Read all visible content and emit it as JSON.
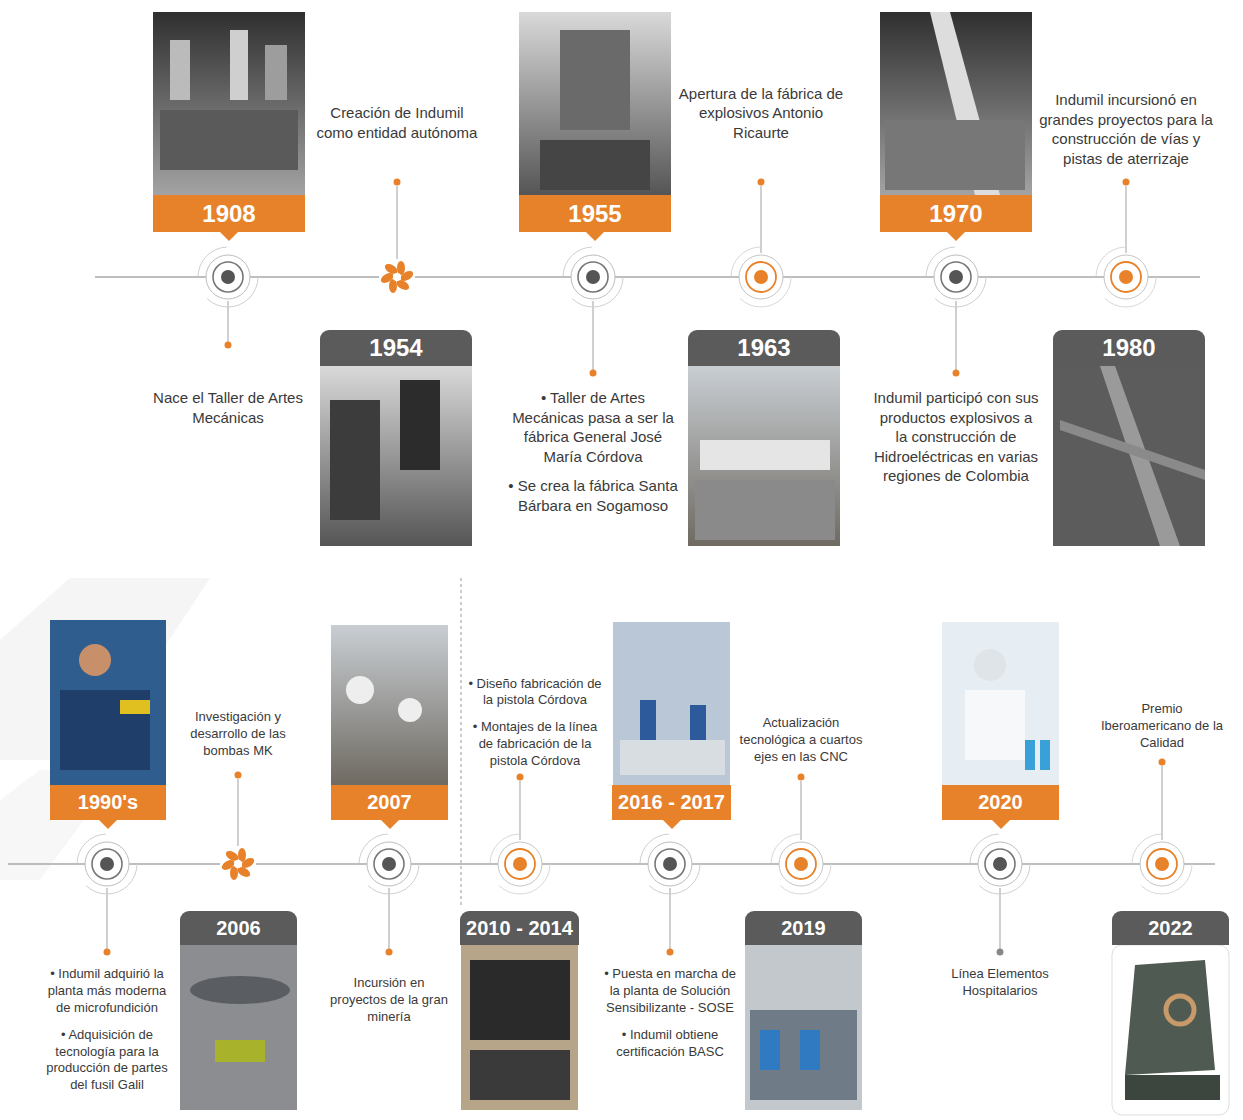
{
  "diagram": {
    "nodes": [
      {
        "text": [
          "1908"
        ]
      },
      {
        "text": [
          "1954"
        ]
      },
      {
        "text": [
          "1955"
        ]
      },
      {
        "text": [
          "1963"
        ]
      },
      {
        "text": [
          "1970"
        ]
      },
      {
        "text": [
          "1980"
        ]
      },
      {
        "text": [
          "1990's"
        ]
      },
      {
        "text": [
          "2006"
        ]
      },
      {
        "text": [
          "2007"
        ]
      },
      {
        "text": [
          "2010 - 2014"
        ]
      },
      {
        "text": [
          "2016 - 2017"
        ]
      },
      {
        "text": [
          "2019"
        ]
      },
      {
        "text": [
          "2020"
        ]
      },
      {
        "text": [
          "2022"
        ]
      }
    ],
    "labels": [
      "Creación de Indumil como entidad autónoma",
      "Apertura de la fábrica de explosivos Antonio Ricaurte",
      "Indumil incursionó en grandes proyectos para la construcción de vías y pistas de aterrizaje",
      "Nace el Taller de Artes Mecánicas",
      "• Taller de Artes Mecánicas pasa a ser la fábrica General José María Córdova",
      "• Se crea la fábrica Santa Bárbara en Sogamoso",
      "Indumil participó con sus productos explosivos a la construcción de Hidroeléctricas en varias regiones de Colombia",
      "Investigación y desarrollo de las bombas MK",
      "• Diseño fabricación de la pistola Córdova",
      "• Montajes de la línea de fabricación de la pistola Córdova",
      "Actualización tecnológica a cuartos ejes en las CNC",
      "Premio Iberoamericano de la Calidad",
      "• Indumil adquirió la planta más moderna de microfundición",
      "• Adquisición de tecnología para la producción de partes del fusil Galil",
      "Incursión en proyectos de la gran minería",
      "• Puesta en marcha de la planta de Solución Sensibilizante - SOSE",
      "• Indumil obtiene certificación BASC",
      "Línea Elementos Hospitalarios"
    ]
  }
}
